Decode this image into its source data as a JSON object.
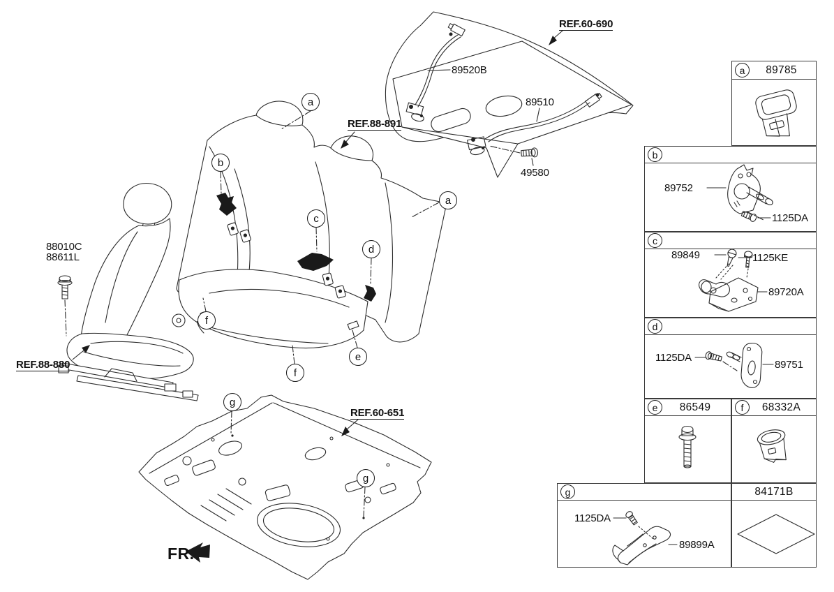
{
  "diagram": {
    "refs": {
      "ref60690": "REF.60-690",
      "ref88891": "REF.88-891",
      "ref88880": "REF.88-880",
      "ref60651": "REF.60-651"
    },
    "parts": {
      "p89520B": "89520B",
      "p89510": "89510",
      "p49580": "49580",
      "p88010C": "88010C",
      "p88611L": "88611L"
    },
    "fr_label": "FR.",
    "callouts": {
      "a": "a",
      "b": "b",
      "c": "c",
      "d": "d",
      "e": "e",
      "f": "f",
      "g": "g"
    }
  },
  "table": {
    "cell_a": {
      "letter": "a",
      "part": "89785"
    },
    "cell_b": {
      "letter": "b",
      "part_main": "89752",
      "part_bolt": "1125DA"
    },
    "cell_c": {
      "letter": "c",
      "part_screw": "89849",
      "part_bolt": "1125KE",
      "part_bracket": "89720A"
    },
    "cell_d": {
      "letter": "d",
      "part_bolt": "1125DA",
      "part_plate": "89751"
    },
    "cell_e": {
      "letter": "e",
      "part": "86549"
    },
    "cell_f": {
      "letter": "f",
      "part": "68332A"
    },
    "cell_g": {
      "letter": "g",
      "part_bolt": "1125DA",
      "part_bracket": "89899A"
    },
    "cell_h": {
      "part": "84171B"
    }
  }
}
